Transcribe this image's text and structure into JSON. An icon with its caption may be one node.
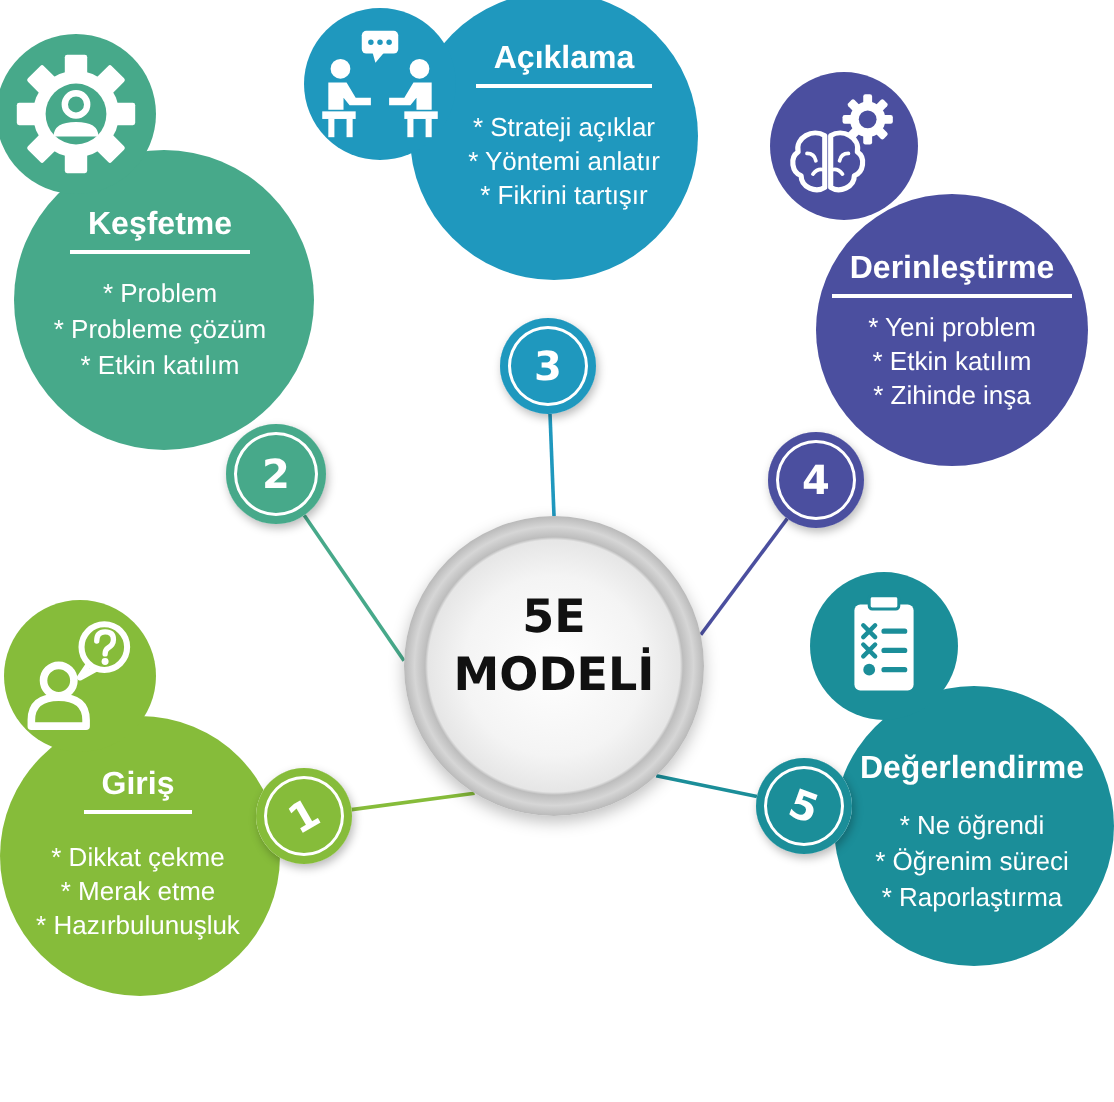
{
  "diagram": {
    "nodes": [
      {
        "text": [
          "5E MODELİ"
        ]
      },
      {
        "text": [
          "Giriş",
          "* Dikkat çekme",
          "* Merak etme",
          "* Hazırbulunuşluk"
        ]
      },
      {
        "text": [
          "1"
        ]
      },
      {
        "text": [
          "Keşfetme",
          "* Problem",
          "* Probleme çözüm",
          "* Etkin katılım"
        ]
      },
      {
        "text": [
          "2"
        ]
      },
      {
        "text": [
          "Açıklama",
          "* Strateji açıklar",
          "* Yöntemi anlatır",
          "* Fikrini tartışır"
        ]
      },
      {
        "text": [
          "3"
        ]
      },
      {
        "text": [
          "Derinleştirme",
          "* Yeni problem",
          "* Etkin katılım",
          "* Zihinde inşa"
        ]
      },
      {
        "text": [
          "4"
        ]
      },
      {
        "text": [
          "Değerlendirme",
          "* Ne öğrendi",
          "* Öğrenim süreci",
          "* Raporlaştırma"
        ]
      },
      {
        "text": [
          "5"
        ]
      }
    ],
    "edges": [
      {
        "from": 2,
        "to": 0,
        "arrow": "none",
        "color": "#86bc3a"
      },
      {
        "from": 4,
        "to": 0,
        "arrow": "none",
        "color": "#47a98a"
      },
      {
        "from": 6,
        "to": 0,
        "arrow": "none",
        "color": "#1f98be"
      },
      {
        "from": 8,
        "to": 0,
        "arrow": "none",
        "color": "#4b4f9f"
      },
      {
        "from": 10,
        "to": 0,
        "arrow": "none",
        "color": "#1b8e99"
      }
    ]
  }
}
